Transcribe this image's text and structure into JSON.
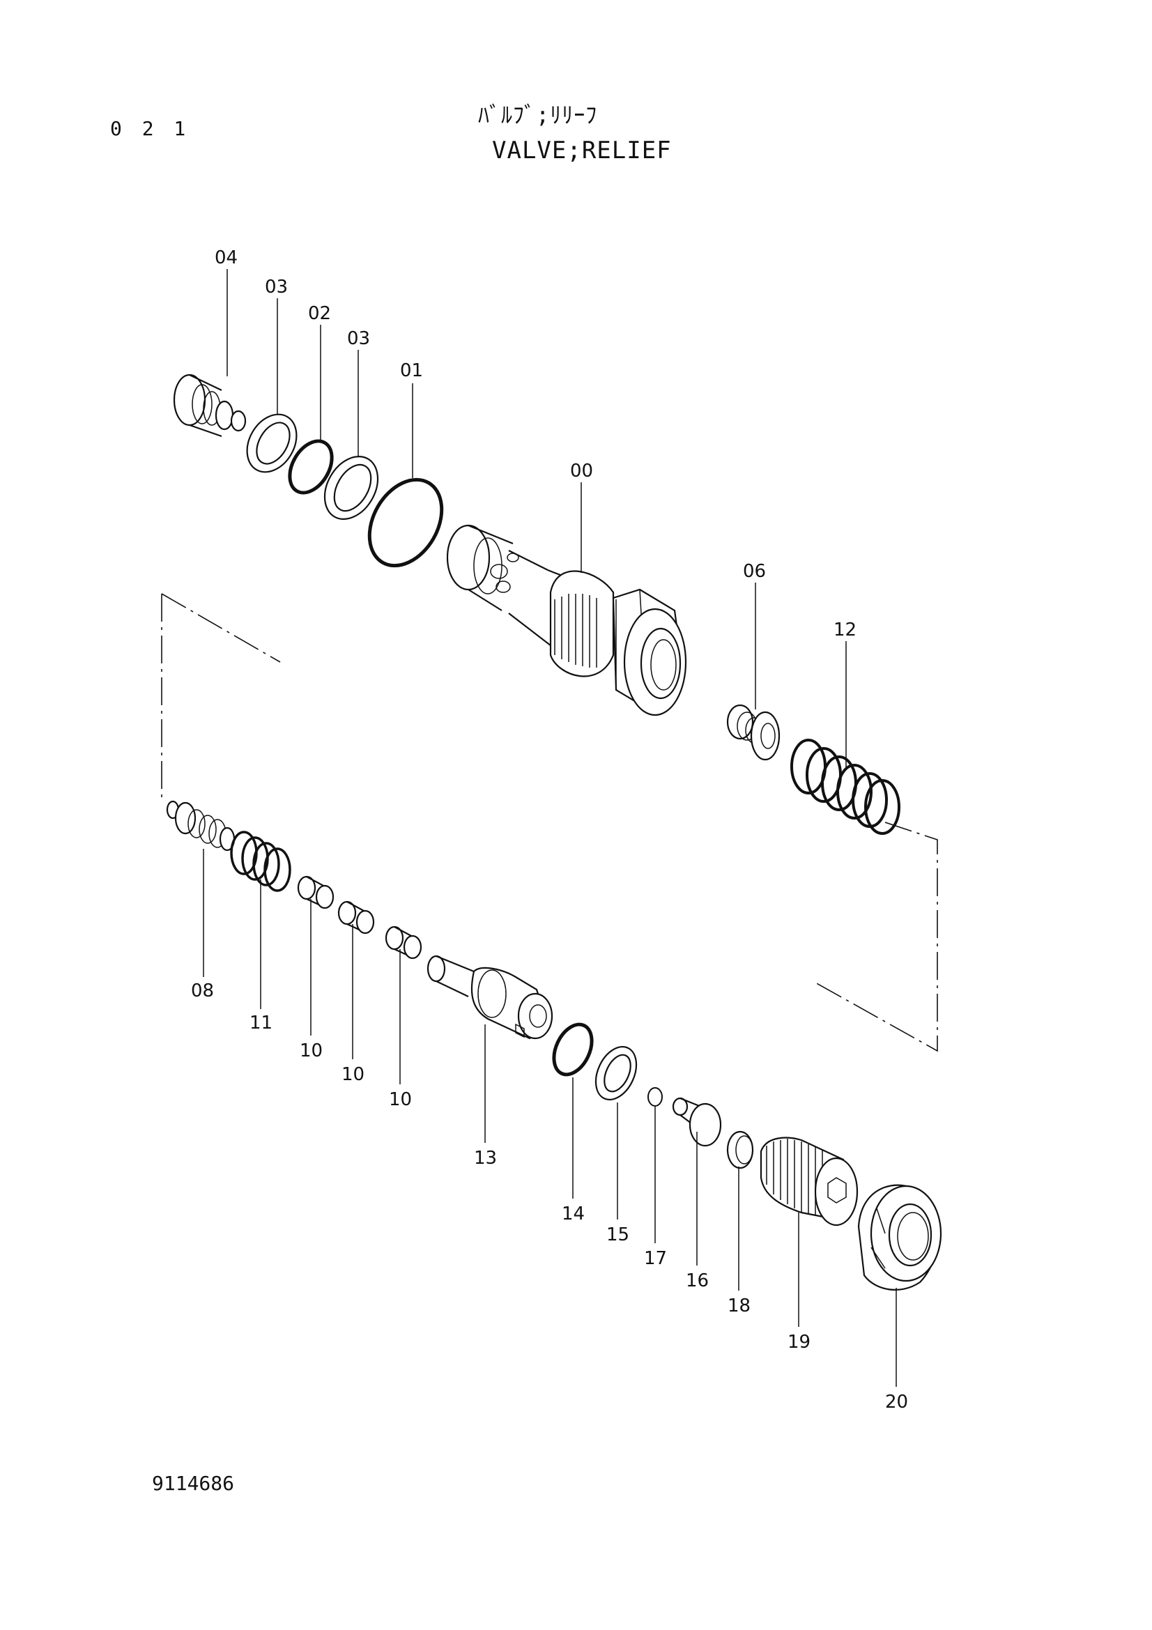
{
  "header": {
    "page_number": "0 2 1",
    "title_jp": "ﾊﾞﾙﾌﾞ;ﾘﾘｰﾌ",
    "title_en": "VALVE;RELIEF"
  },
  "footer": {
    "drawing_number": "9114686"
  },
  "callouts": [
    {
      "key": "p04",
      "label": "04"
    },
    {
      "key": "p03a",
      "label": "03"
    },
    {
      "key": "p02",
      "label": "02"
    },
    {
      "key": "p03b",
      "label": "03"
    },
    {
      "key": "p01",
      "label": "01"
    },
    {
      "key": "p00",
      "label": "00"
    },
    {
      "key": "p06",
      "label": "06"
    },
    {
      "key": "p12",
      "label": "12"
    },
    {
      "key": "p08",
      "label": "08"
    },
    {
      "key": "p11",
      "label": "11"
    },
    {
      "key": "p10a",
      "label": "10"
    },
    {
      "key": "p10b",
      "label": "10"
    },
    {
      "key": "p10c",
      "label": "10"
    },
    {
      "key": "p13",
      "label": "13"
    },
    {
      "key": "p14",
      "label": "14"
    },
    {
      "key": "p15",
      "label": "15"
    },
    {
      "key": "p17",
      "label": "17"
    },
    {
      "key": "p16",
      "label": "16"
    },
    {
      "key": "p18",
      "label": "18"
    },
    {
      "key": "p19",
      "label": "19"
    },
    {
      "key": "p20",
      "label": "20"
    }
  ]
}
